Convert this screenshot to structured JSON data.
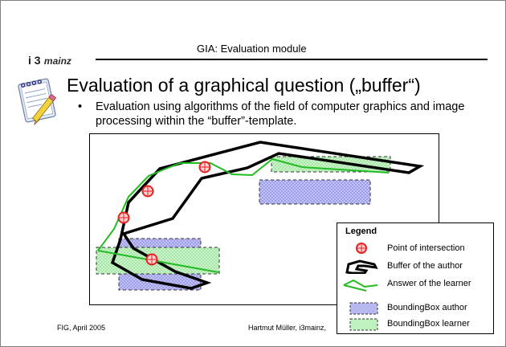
{
  "header": {
    "logo_num": "i 3",
    "logo_word": "mainz",
    "title": "GIA: Evaluation module"
  },
  "slide": {
    "title": "Evaluation of a graphical question („buffer“)",
    "bullet_symbol": "•",
    "bullet_text": "Evaluation using algorithms of the field of computer graphics and image processing within the “buffer”-template."
  },
  "legend": {
    "title": "Legend",
    "items": [
      {
        "label": "Point of intersection",
        "icon": "intersection-circle-icon"
      },
      {
        "label": "Buffer of the author",
        "icon": "buffer-polygon-icon"
      },
      {
        "label": "Answer of the learner",
        "icon": "answer-line-icon"
      },
      {
        "label": "BoundingBox author",
        "icon": "bbox-author-swatch-icon"
      },
      {
        "label": "BoundingBox learner",
        "icon": "bbox-learner-swatch-icon"
      }
    ]
  },
  "footer": {
    "left": "FIG,  April 2005",
    "middle": "Hartmut Müller, i3mainz,"
  },
  "colors": {
    "buffer": "#000000",
    "answer": "#22bb22",
    "intersection": "#e82020",
    "bbox_author_fill": "#b8b8f0",
    "bbox_learner_fill": "#bff0bf"
  }
}
